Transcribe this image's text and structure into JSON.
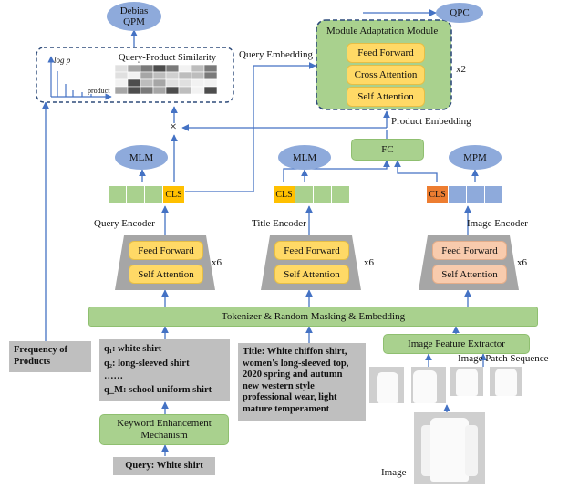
{
  "top": {
    "debias_qpm": "Debias\nQPM",
    "qpc": "QPC",
    "qps_title": "Query-Product Similarity",
    "log_p": "log p",
    "product_axis": "product",
    "query_embedding": "Query Embedding",
    "product_embedding": "Product Embedding",
    "times": "×"
  },
  "adaptation": {
    "title": "Module Adaptation Module",
    "layers": [
      "Feed Forward",
      "Cross Attention",
      "Self Attention"
    ],
    "repeat": "x2"
  },
  "fc": "FC",
  "heads": {
    "query": "MLM",
    "title": "MLM",
    "image": "MPM"
  },
  "cls": "CLS",
  "encoders": {
    "query": "Query Encoder",
    "title": "Title Encoder",
    "image": "Image Encoder",
    "layers": [
      "Feed Forward",
      "Self Attention"
    ],
    "repeat": "x6"
  },
  "tokenizer": "Tokenizer & Random Masking & Embedding",
  "image_feature_extractor": "Image Feature Extractor",
  "image_patch_sequence": "Image Patch Sequence",
  "image_label": "Image",
  "frequency": "Frequency of\nProducts",
  "queries": {
    "q1": "q₁: white shirt",
    "q2": "q₂: long-sleeved shirt",
    "dots": "……",
    "qm": "q_M: school uniform shirt"
  },
  "title_text": "Title: White chiffon shirt, women's long-sleeved top, 2020 spring and autumn new western style professional wear, light mature temperament",
  "keyword": "Keyword Enhancement\nMechanism",
  "query_input": "Query: White shirt",
  "colors": {
    "green": "#a9d18e",
    "blue": "#8eaadb",
    "yellow": "#ffd966",
    "peach": "#f8cbad",
    "cls_yellow": "#ffc000",
    "cls_orange": "#ed7d31",
    "gray": "#bfbfbf",
    "arrow": "#4472c4"
  }
}
